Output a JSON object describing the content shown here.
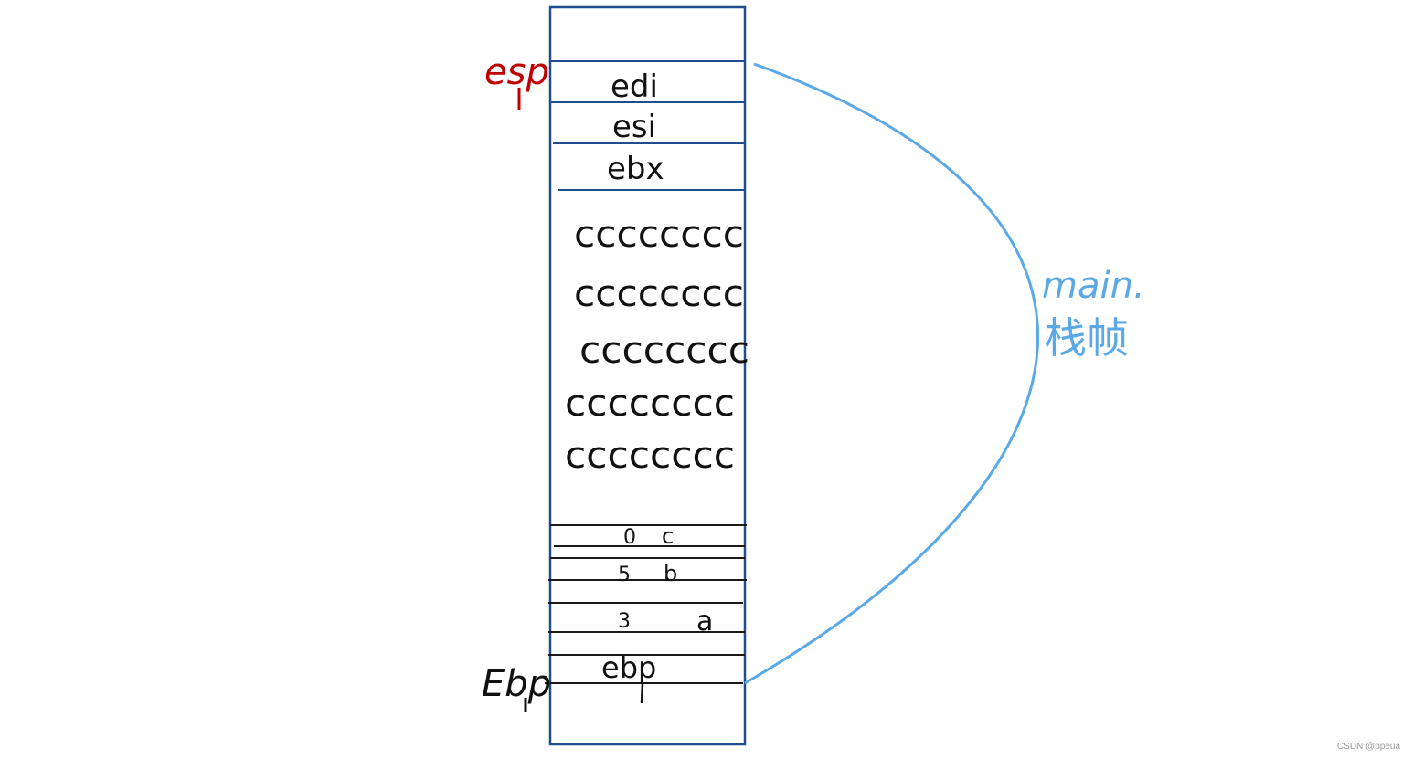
{
  "pointers": {
    "esp": "esp",
    "ebp": "Ebp"
  },
  "registers": {
    "edi": "edi",
    "esi": "esi",
    "ebx": "ebx"
  },
  "fill_rows": [
    "cccccccc",
    "cccccccc",
    "cccccccc",
    "cccccccc",
    "cccccccc"
  ],
  "params": [
    {
      "value": "0",
      "name": "c"
    },
    {
      "value": "5",
      "name": "b"
    },
    {
      "value": "3",
      "name": "a"
    }
  ],
  "saved_ebp": "ebp",
  "frame_label": {
    "line1": "main.",
    "line2": "栈帧"
  },
  "watermark": "CSDN @ppeua",
  "colors": {
    "stack_border": "#1f4e8c",
    "esp": "#c00000",
    "ebp": "#111111",
    "frame_curve": "#5aa9e6",
    "text": "#111111"
  }
}
